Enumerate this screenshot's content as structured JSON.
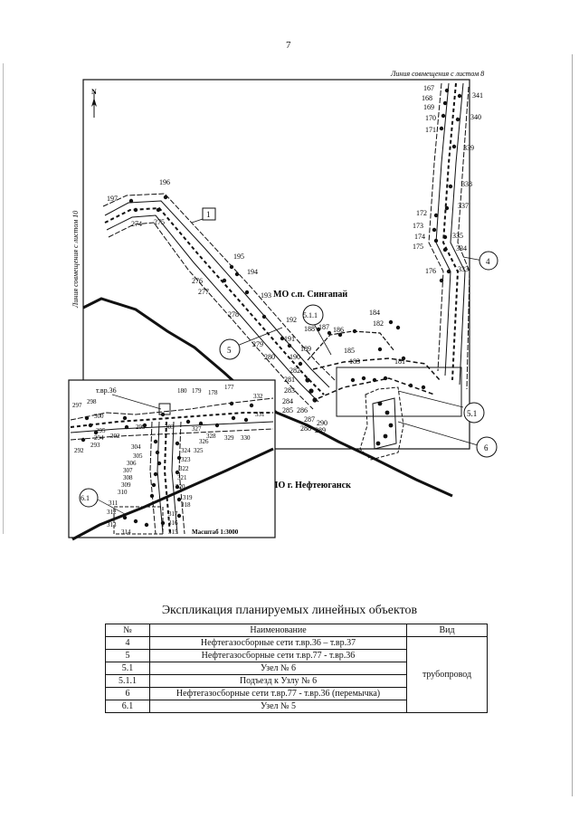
{
  "page_number": "7",
  "map": {
    "match_line_top": "Линия совмещения с листом 8",
    "match_line_left": "Линия совмещения с листом 10",
    "north_label": "N",
    "area_label_1": "МО с.п. Сингапай",
    "area_label_2": "МО г. Нефтеюганск",
    "inset_scale": "Масштаб 1:3000",
    "inset_tap_label": "т.вр.36",
    "callouts": [
      "1",
      "4",
      "5",
      "5.1.1",
      "5.1",
      "6",
      "6.1"
    ],
    "points": {
      "p196": "196",
      "p197": "197",
      "p274": "274",
      "p275": "275",
      "p276": "276",
      "p277": "277",
      "p278": "278",
      "p279": "279",
      "p280": "280",
      "p195": "195",
      "p194": "194",
      "p193": "193",
      "p192": "192",
      "p191": "191",
      "p190": "190",
      "p189": "189",
      "p188": "188",
      "p187": "187",
      "p186": "186",
      "p185": "185",
      "p184": "184",
      "p182": "182",
      "p183": "183",
      "p181": "181",
      "p282": "282",
      "p283": "283",
      "p284": "284",
      "p285": "285",
      "p286": "286",
      "p287": "287",
      "p288": "288",
      "p289": "289",
      "p290": "290",
      "p281": "281",
      "p167": "167",
      "p168": "168",
      "p169": "169",
      "p170": "170",
      "p171": "171",
      "p172": "172",
      "p173": "173",
      "p174": "174",
      "p175": "175",
      "p176": "176",
      "p341": "341",
      "p340": "340",
      "p339": "339",
      "p338": "338",
      "p337": "337",
      "p335": "335",
      "p334": "334",
      "p333": "333",
      "i297": "297",
      "i298": "298",
      "i300": "300",
      "i295": "295",
      "i294": "294",
      "i293": "293",
      "i292": "292",
      "i302": "302",
      "i299": "299",
      "i303": "303",
      "i304": "304",
      "i305": "305",
      "i306": "306",
      "i307": "307",
      "i308": "308",
      "i309": "309",
      "i310": "310",
      "i311": "311",
      "i312": "312",
      "i313": "313",
      "i314": "314",
      "i315": "315",
      "i316": "316",
      "i317": "317",
      "i318": "318",
      "i319": "319",
      "i320": "320",
      "i321": "321",
      "i322": "322",
      "i323": "323",
      "i324": "324",
      "i325": "325",
      "i326": "326",
      "i327": "327",
      "i328": "328",
      "i329": "329",
      "i330": "330",
      "i331": "331",
      "i332": "332",
      "i177": "177",
      "i178": "178",
      "i179": "179",
      "i180": "180"
    }
  },
  "explication": {
    "title": "Экспликация планируемых линейных объектов",
    "headers": [
      "№",
      "Наименование",
      "Вид"
    ],
    "rows": [
      {
        "no": "4",
        "name": "Нефтегазосборные сети т.вр.36 – т.вр.37"
      },
      {
        "no": "5",
        "name": "Нефтегазосборные сети т.вр.77 - т.вр.36"
      },
      {
        "no": "5.1",
        "name": "Узел № 6"
      },
      {
        "no": "5.1.1",
        "name": "Подъезд к Узлу № 6"
      },
      {
        "no": "6",
        "name": "Нефтегазосборные сети т.вр.77 - т.вр.36 (перемычка)"
      },
      {
        "no": "6.1",
        "name": "Узел № 5"
      }
    ],
    "type_value": "трубопровод"
  }
}
